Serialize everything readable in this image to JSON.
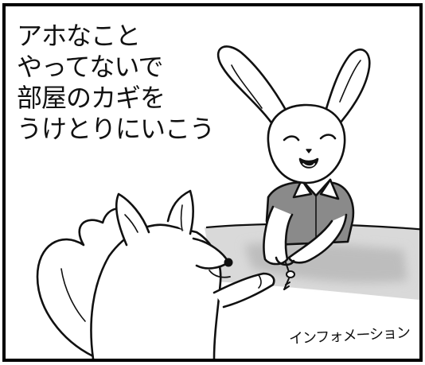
{
  "comic": {
    "narration": [
      "アホなこと",
      "やってないで",
      "部屋のカギを",
      "うけとりにいこう"
    ],
    "counter_sign": "インフォメーション"
  },
  "colors": {
    "ink": "#111111",
    "counter_shade": "#bdbdbd",
    "vest": "#8a8a8a",
    "paper": "#ffffff"
  }
}
